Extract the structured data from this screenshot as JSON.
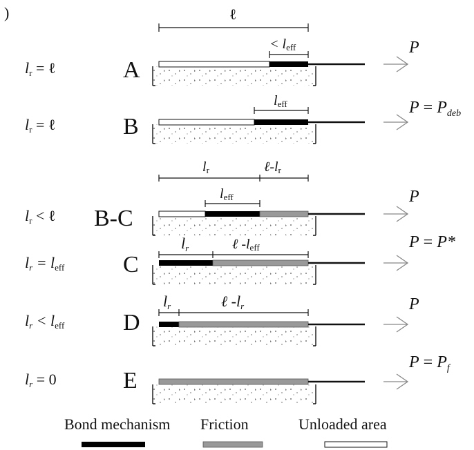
{
  "colors": {
    "bond": "#000000",
    "friction": "#999999",
    "unloaded": "#ffffff",
    "substrate_dots": "#777777",
    "arrow": "#888888",
    "outline": "#111111"
  },
  "top_dimension": {
    "span": "ℓ",
    "segment": "< l",
    "segment_sub": "eff"
  },
  "rows": [
    {
      "id": "A",
      "condition": {
        "main": "l",
        "sub": "r",
        "rest": " = ℓ"
      },
      "letter": "A",
      "force": {
        "main": "P",
        "eq": "",
        "rhs": "",
        "rhs_sub": ""
      },
      "dims": []
    },
    {
      "id": "B",
      "condition": {
        "main": "l",
        "sub": "r",
        "rest": " = ℓ"
      },
      "letter": "B",
      "force": {
        "main": "P",
        "eq": " = ",
        "rhs": "P",
        "rhs_sub": "deb"
      },
      "dims": [
        {
          "main": "l",
          "sub": "eff",
          "rest": ""
        }
      ]
    },
    {
      "id": "BC",
      "condition": {
        "main": "l",
        "sub": "r",
        "rest": " < ℓ"
      },
      "letter": "B-C",
      "force": {
        "main": "P",
        "eq": "",
        "rhs": "",
        "rhs_sub": ""
      },
      "dims": [
        {
          "main": "l",
          "sub": "r",
          "rest": ""
        },
        {
          "main": "ℓ-l",
          "sub": "r",
          "rest": ""
        },
        {
          "main": "l",
          "sub": "eff",
          "rest": ""
        }
      ]
    },
    {
      "id": "C",
      "condition": {
        "main": "l",
        "sub": "r",
        "rest": " = l",
        "rest_sub": "eff"
      },
      "letter": "C",
      "force": {
        "main": "P",
        "eq": " = ",
        "rhs": "P*",
        "rhs_sub": ""
      },
      "dims": [
        {
          "main": "l",
          "sub": "r",
          "rest": ""
        },
        {
          "main": "ℓ -l",
          "sub": "eff",
          "rest": ""
        }
      ]
    },
    {
      "id": "D",
      "condition": {
        "main": "l",
        "sub": "r",
        "rest": " < l",
        "rest_sub": "eff"
      },
      "letter": "D",
      "force": {
        "main": "P",
        "eq": "",
        "rhs": "",
        "rhs_sub": ""
      },
      "dims": [
        {
          "main": "l",
          "sub": "r",
          "rest": ""
        },
        {
          "main": "ℓ -l",
          "sub": "r",
          "rest": ""
        }
      ]
    },
    {
      "id": "E",
      "condition": {
        "main": "l",
        "sub": "r",
        "rest": " = 0"
      },
      "letter": "E",
      "force": {
        "main": "P",
        "eq": " = ",
        "rhs": "P",
        "rhs_sub": "f"
      },
      "dims": []
    }
  ],
  "legend": [
    {
      "label": "Bond mechanism",
      "color": "#000000"
    },
    {
      "label": "Friction",
      "color": "#999999"
    },
    {
      "label": "Unloaded area",
      "color": "#ffffff"
    }
  ]
}
